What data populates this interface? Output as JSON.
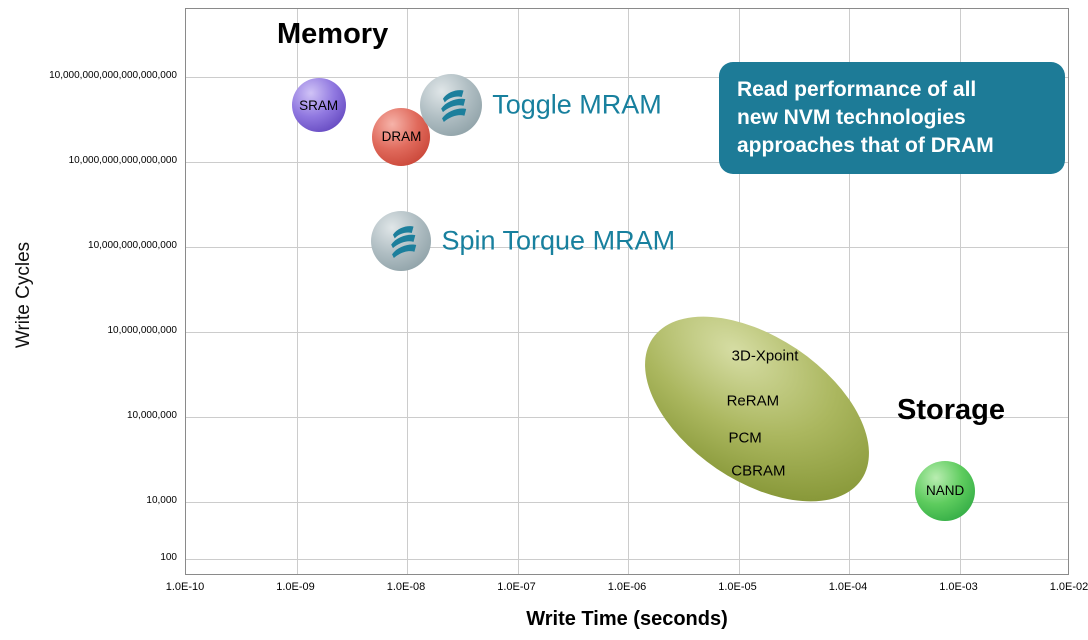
{
  "region_labels": {
    "memory": "Memory",
    "storage": "Storage"
  },
  "annotation_box": {
    "text": "Read performance of all\nnew NVM technologies\napproaches that of DRAM",
    "bg_color": "#1d7b97",
    "text_color": "#ffffff"
  },
  "chart_data": {
    "type": "scatter",
    "title": "",
    "xlabel": "Write Time (seconds)",
    "ylabel": "Write Cycles",
    "x_scale": "log",
    "y_scale": "log",
    "grid": true,
    "legend": "none",
    "x_domain_exp": [
      -10,
      -2
    ],
    "y_domain_exp": [
      1.4,
      21.4
    ],
    "x_ticks": [
      {
        "exp": -10,
        "label": "1.0E-10"
      },
      {
        "exp": -9,
        "label": "1.0E-09"
      },
      {
        "exp": -8,
        "label": "1.0E-08"
      },
      {
        "exp": -7,
        "label": "1.0E-07"
      },
      {
        "exp": -6,
        "label": "1.0E-06"
      },
      {
        "exp": -5,
        "label": "1.0E-05"
      },
      {
        "exp": -4,
        "label": "1.0E-04"
      },
      {
        "exp": -3,
        "label": "1.0E-03"
      },
      {
        "exp": -2,
        "label": "1.0E-02"
      }
    ],
    "y_ticks": [
      {
        "exp": 19,
        "label": "10,000,000,000,000,000,000"
      },
      {
        "exp": 16,
        "label": "10,000,000,000,000,000"
      },
      {
        "exp": 13,
        "label": "10,000,000,000,000"
      },
      {
        "exp": 10,
        "label": "10,000,000,000"
      },
      {
        "exp": 7,
        "label": "10,000,000"
      },
      {
        "exp": 4,
        "label": "10,000"
      },
      {
        "exp": 2,
        "label": "100"
      }
    ],
    "points": [
      {
        "id": "sram",
        "label": "SRAM",
        "write_time_s": "2E-09",
        "write_cycles": "1E+18",
        "x_exp": -8.8,
        "y_exp": 18.0,
        "radius": 27,
        "style": "purple",
        "label_placement": "inside",
        "icon": false
      },
      {
        "id": "dram",
        "label": "DRAM",
        "write_time_s": "1E-08",
        "write_cycles": "1E+17",
        "x_exp": -8.05,
        "y_exp": 16.9,
        "radius": 29,
        "style": "red",
        "label_placement": "inside",
        "icon": false
      },
      {
        "id": "toggle-mram",
        "label": "Toggle MRAM",
        "write_time_s": "3E-08",
        "write_cycles": "1E+18",
        "x_exp": -7.6,
        "y_exp": 18.0,
        "radius": 31,
        "style": "gray",
        "label_placement": "right",
        "icon": true
      },
      {
        "id": "spin-torque-mram",
        "label": "Spin Torque MRAM",
        "write_time_s": "1E-08",
        "write_cycles": "2E+13",
        "x_exp": -8.05,
        "y_exp": 13.2,
        "radius": 30,
        "style": "gray",
        "label_placement": "right",
        "icon": true
      },
      {
        "id": "nand",
        "label": "NAND",
        "write_time_s": "7E-04",
        "write_cycles": "2E+04",
        "x_exp": -3.13,
        "y_exp": 4.4,
        "radius": 30,
        "style": "green",
        "label_placement": "inside",
        "icon": false
      }
    ],
    "group": {
      "id": "storage-nvm-group",
      "cx_exp": -4.83,
      "cy_exp": 7.3,
      "rx": 126,
      "ry": 72,
      "rotation_deg": 34,
      "items": [
        {
          "id": "3d-xpoint",
          "label": "3D-Xpoint",
          "x_exp": -4.76,
          "y_exp": 9.16
        },
        {
          "id": "reram",
          "label": "ReRAM",
          "x_exp": -4.87,
          "y_exp": 7.57
        },
        {
          "id": "pcm",
          "label": "PCM",
          "x_exp": -4.94,
          "y_exp": 6.27
        },
        {
          "id": "cbram",
          "label": "CBRAM",
          "x_exp": -4.82,
          "y_exp": 5.1
        }
      ]
    }
  }
}
